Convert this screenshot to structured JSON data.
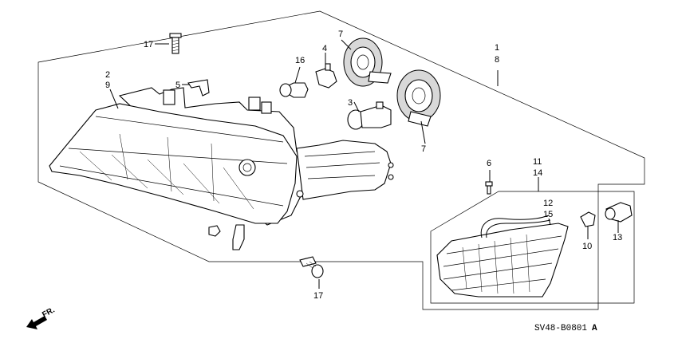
{
  "callouts": {
    "c1": "1",
    "c8": "8",
    "c2": "2",
    "c9": "9",
    "c3": "3",
    "c4": "4",
    "c5": "5",
    "c6": "6",
    "c7a": "7",
    "c7b": "7",
    "c10": "10",
    "c11": "11",
    "c14": "14",
    "c12": "12",
    "c15": "15",
    "c13": "13",
    "c16": "16",
    "c17a": "17",
    "c17b": "17"
  },
  "direction_label": "FR.",
  "diagram_code": "SV48-B0801",
  "diagram_code_suffix": "A"
}
